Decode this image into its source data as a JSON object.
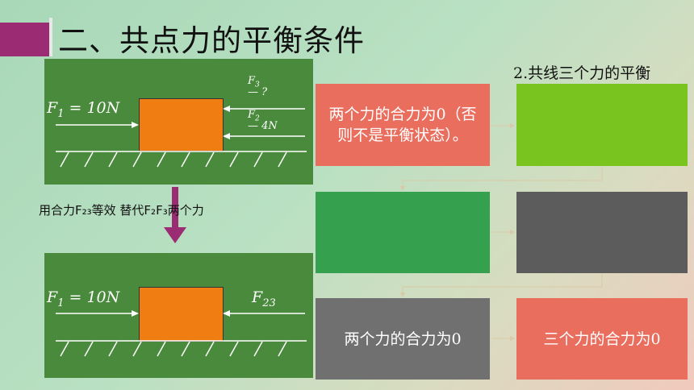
{
  "title": "二、共点力的平衡条件",
  "subtitle": "2.共线三个力的平衡",
  "top_panel": {
    "f1_label": "F",
    "f1_sub": "1",
    "f1_value": " = 10N",
    "f3_label": "F",
    "f3_sub": "3",
    "f3_value": "?",
    "f2_label": "F",
    "f2_sub": "2",
    "f2_value": "4N"
  },
  "note": {
    "text": "用合力F₂₃等效  替代F₂F₃两个力"
  },
  "bottom_panel": {
    "f1_label": "F",
    "f1_sub": "1",
    "f1_value": " = 10N",
    "f23_label": "F",
    "f23_sub": "23"
  },
  "flow": {
    "box1": "两个力的合力为0（否则不是平衡状态）。",
    "box2": "",
    "box3": "",
    "box4": "",
    "box5": "两个力的合力为0",
    "box6": "三个力的合力为0"
  },
  "colors": {
    "title_bar": "#9b2c73",
    "panel": "#4a8a3d",
    "block": "#ef7d11",
    "box_salmon": "#e96e5e",
    "box_lime": "#7ac41f",
    "box_green": "#35a04e",
    "box_gray": "#5c5c5c",
    "box_gray2": "#707070",
    "arrow_purple": "#9b2c73"
  }
}
